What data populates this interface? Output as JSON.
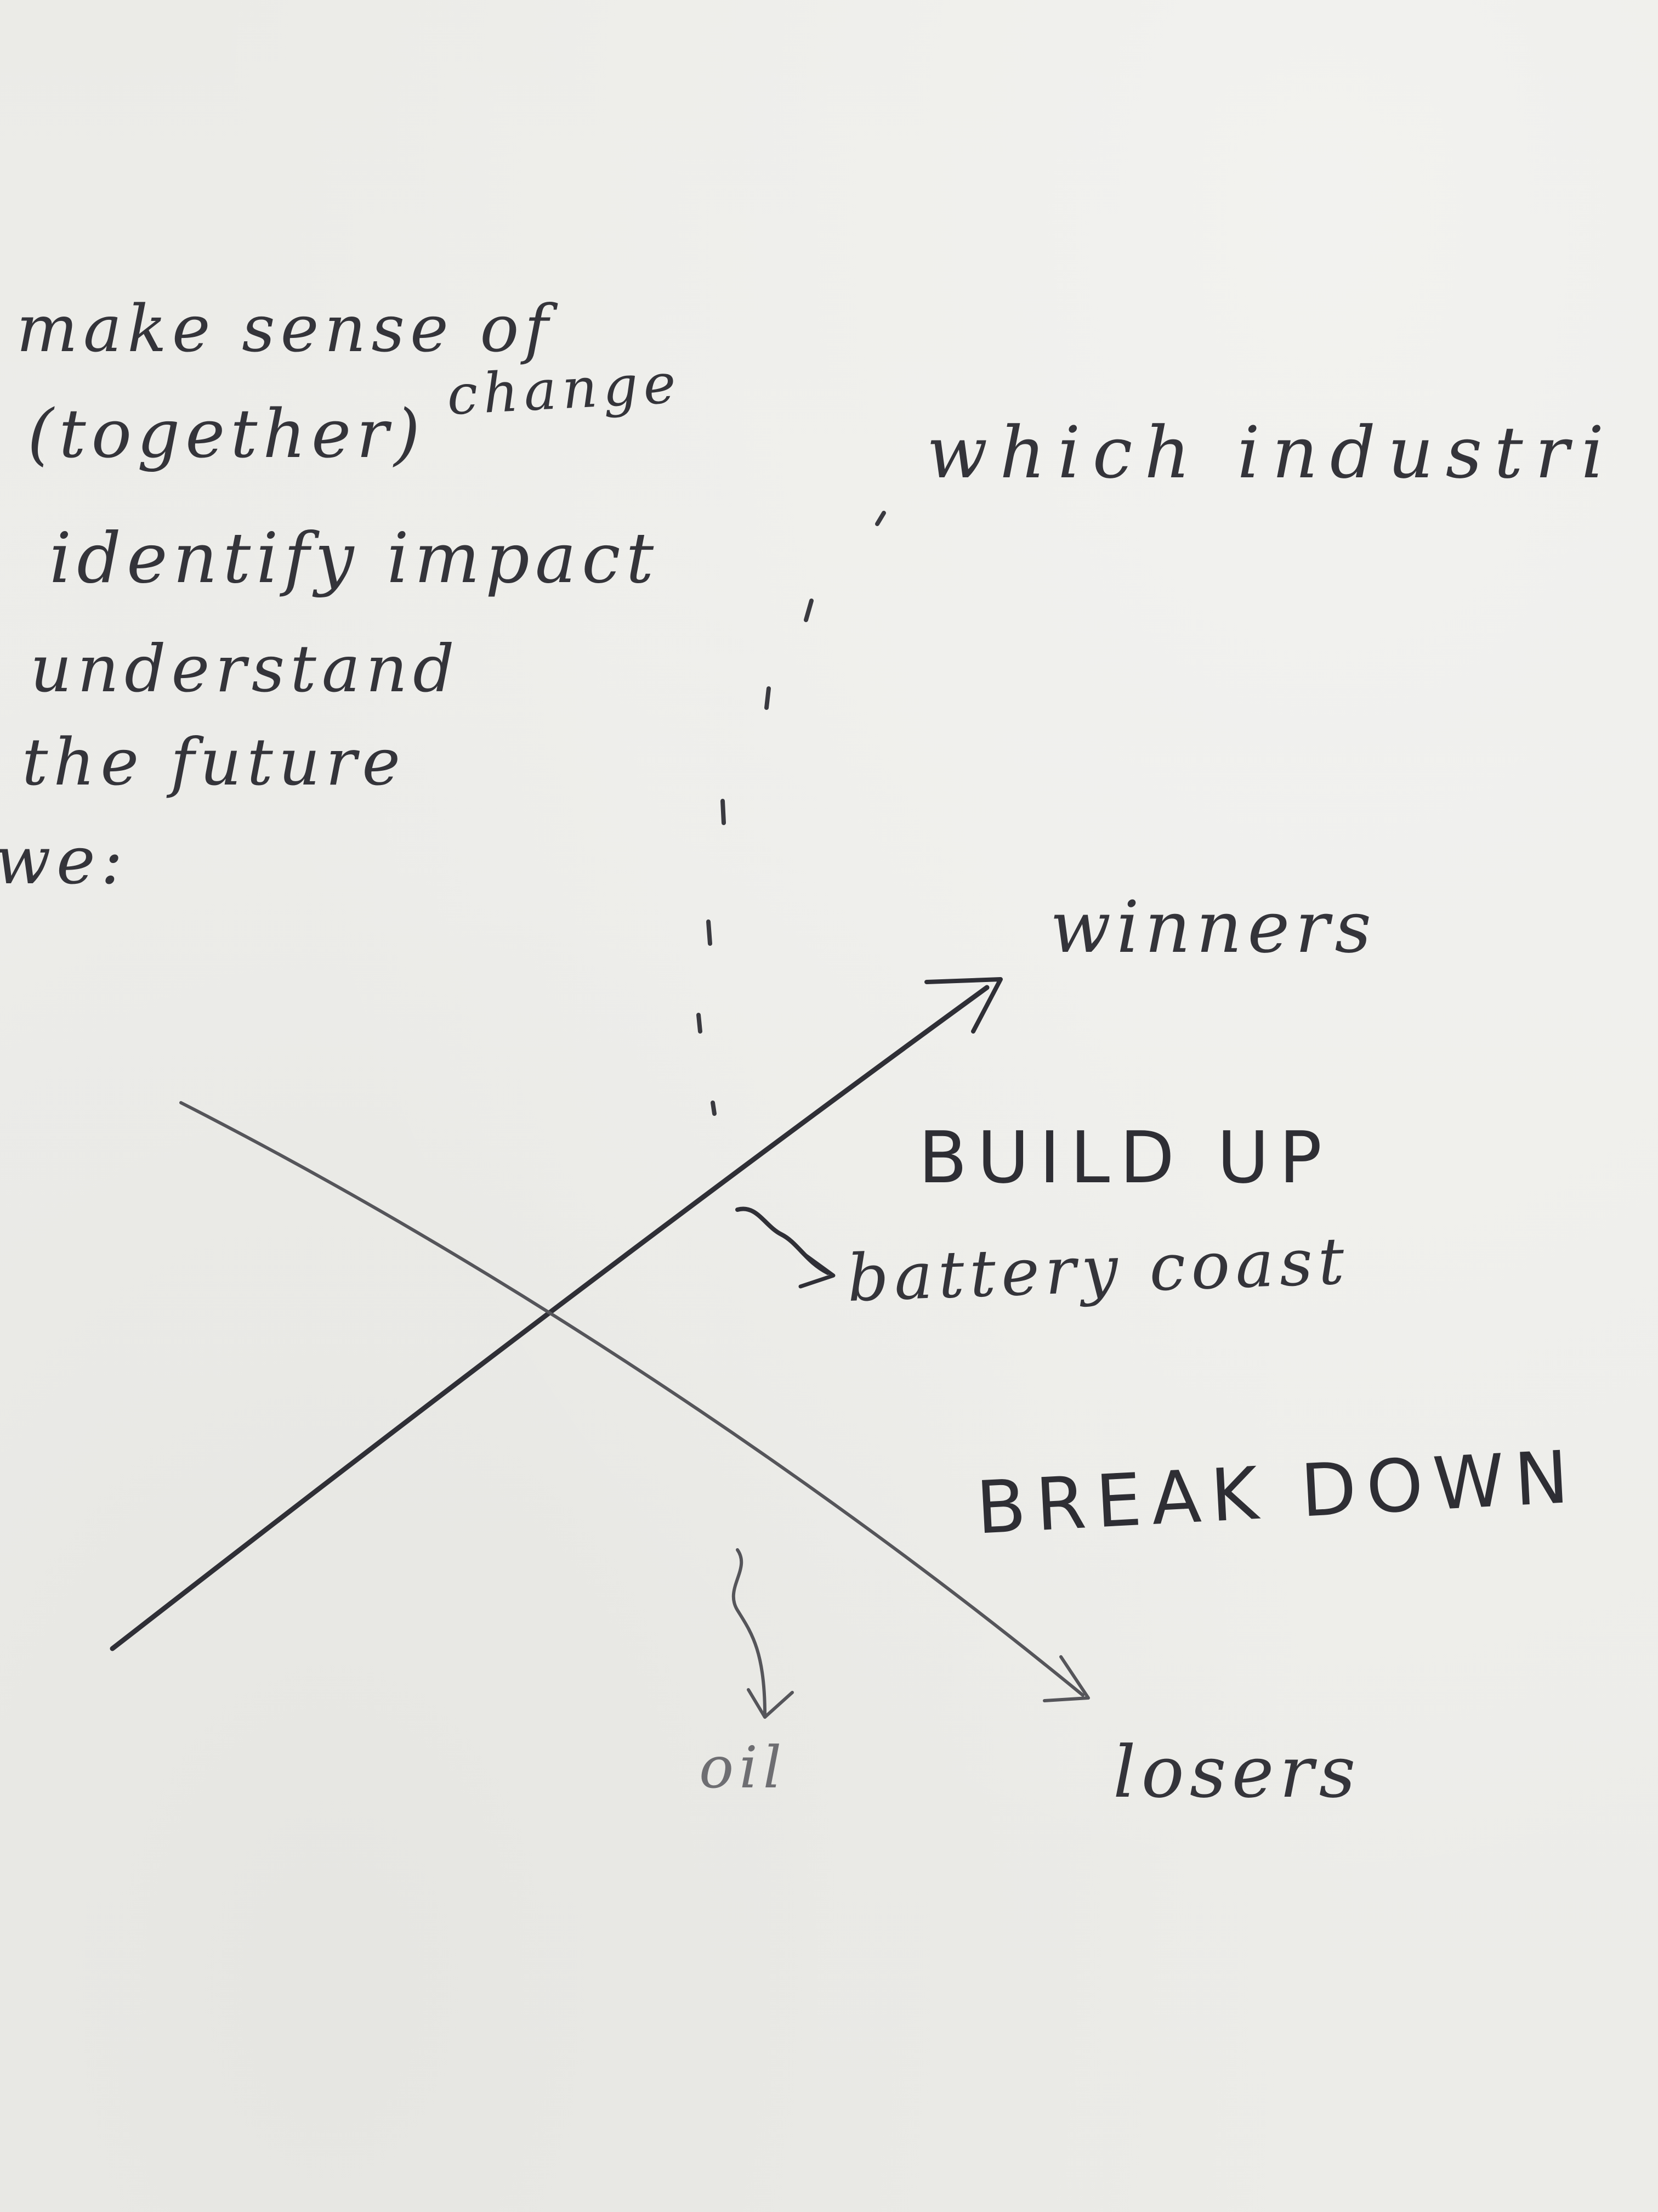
{
  "notes": {
    "line1": "make sense of",
    "line2a": "(together)",
    "line2b": "change",
    "line3": "identify impact",
    "line4": "understand",
    "line5": "the future",
    "line6": "we:",
    "top_right": "which industri"
  },
  "diagram": {
    "up_label": "winners",
    "down_label": "losers",
    "up_caption": "BUILD UP",
    "up_example": "battery coast",
    "down_caption": "BREAK DOWN",
    "down_example": "oil"
  },
  "colors": {
    "paper": "#eeeeea",
    "ink": "#2b2b30",
    "pencil": "#6e6e72"
  }
}
